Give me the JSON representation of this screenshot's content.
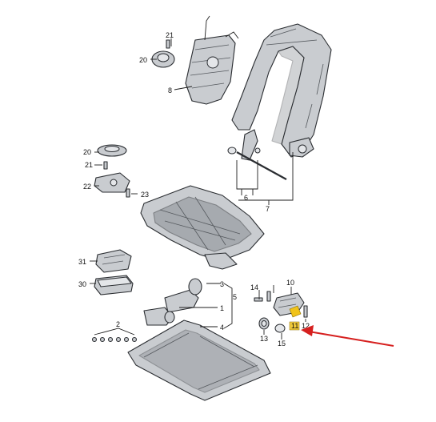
{
  "callouts": {
    "c1": "1",
    "c2": "2",
    "c3": "3",
    "c4": "4",
    "c5": "5",
    "c6": "6",
    "c7": "7",
    "c8": "8",
    "c10": "10",
    "c11": "11",
    "c12": "12",
    "c13": "13",
    "c14": "14",
    "c15": "15",
    "c20a": "20",
    "c20b": "20",
    "c21a": "21",
    "c21b": "21",
    "c22": "22",
    "c23": "23",
    "c30": "30",
    "c31": "31"
  },
  "highlight": {
    "part": "11",
    "color": "#f0c31a",
    "arrow_color": "#d6201f"
  }
}
